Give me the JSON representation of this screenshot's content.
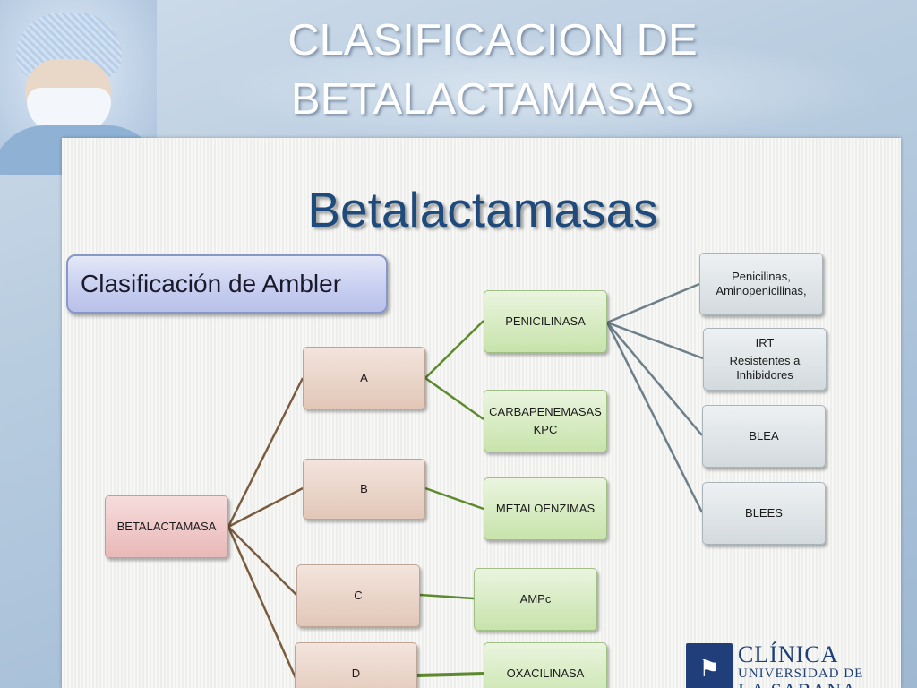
{
  "slide": {
    "title_line1": "CLASIFICACION DE",
    "title_line2": "BETALACTAMASAS"
  },
  "diagram": {
    "title": "Betalactamasas",
    "classification_label": "Clasificación de Ambler",
    "root": "BETALACTAMASA",
    "classes": {
      "a": "A",
      "b": "B",
      "c": "C",
      "d": "D"
    },
    "subtypes": {
      "penicilinasa": "PENICILINASA",
      "carbapenemasas_line1": "CARBAPENEMASAS",
      "carbapenemasas_line2": "KPC",
      "metaloenzimas": "METALOENZIMAS",
      "ampc": "AMPc",
      "oxacilinasa": "OXACILINASA"
    },
    "penicilinasa_types": {
      "penicilinas_line1": "Penicilinas,",
      "penicilinas_line2": "Aminopenicilinas,",
      "irt_line1": "IRT",
      "irt_line2": "Resistentes a",
      "irt_line3": "Inhibidores",
      "blea": "BLEA",
      "blees": "BLEES"
    },
    "colors": {
      "edge_brown": "#7a5d3f",
      "edge_green": "#5d8a2e",
      "edge_gray": "#6d7f88"
    }
  },
  "logo": {
    "line1": "CLÍNICA",
    "line2": "UNIVERSIDAD DE",
    "line3": "LA SABANA"
  }
}
